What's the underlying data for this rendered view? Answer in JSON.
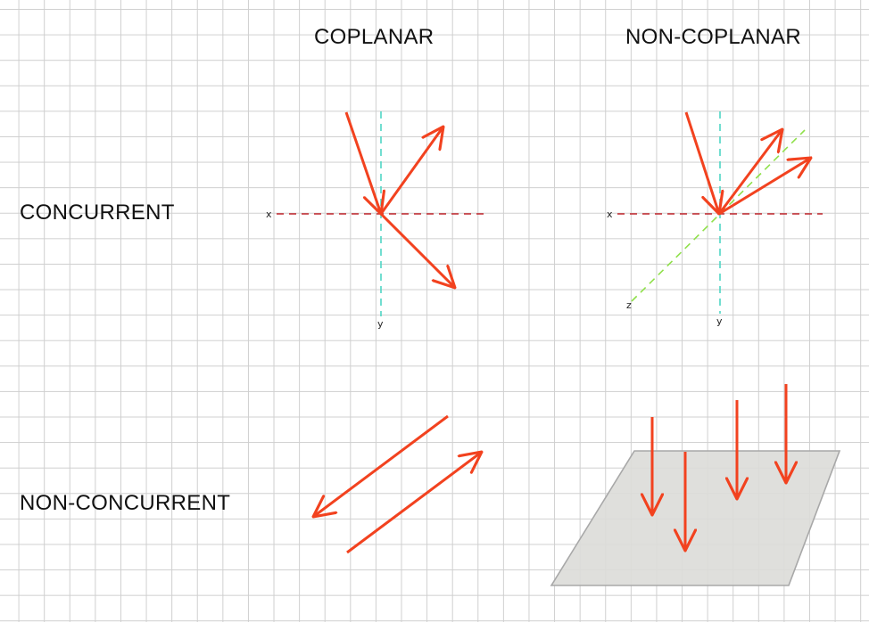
{
  "headers": {
    "coplanar": "COPLANAR",
    "non_coplanar": "NON-COPLANAR"
  },
  "rows": {
    "concurrent": "CONCURRENT",
    "non_concurrent": "NON-CONCURRENT"
  },
  "axes": {
    "x": "x",
    "y": "y",
    "z": "z"
  },
  "colors": {
    "force_arrow": "#f2421f",
    "x_axis": "#c0272d",
    "y_axis": "#4fd6c4",
    "z_axis": "#8fe04a",
    "plane_fill": "#dcdcd8",
    "plane_stroke": "#a8a8a8",
    "grid": "#cfcfcf"
  }
}
